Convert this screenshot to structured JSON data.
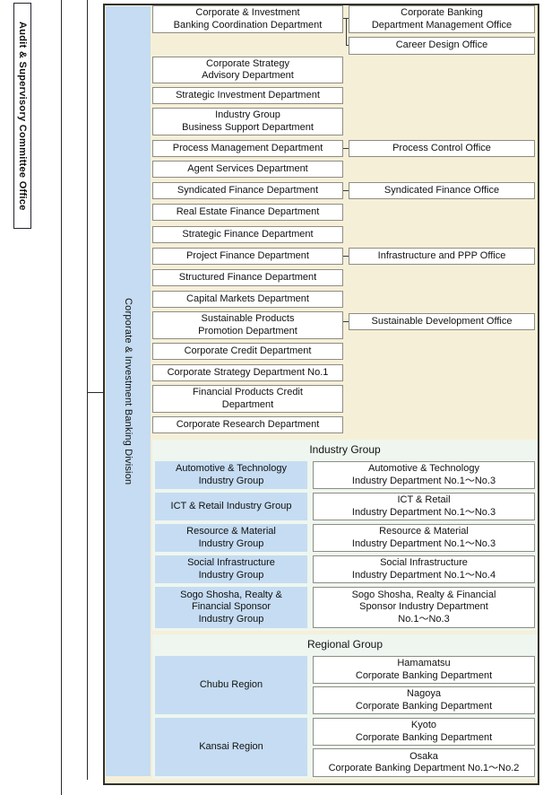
{
  "palette": {
    "panel_bg": "#f6efd8",
    "division_band_blue": "#c5dcf2",
    "group_section_green": "#eef6ef",
    "box_border_gray": "#8d8d84",
    "panel_border_dark": "#31312a"
  },
  "audit_office": {
    "label": "Audit & Supervisory Committee Office"
  },
  "division": {
    "label": "Corporate & Investment Banking Division"
  },
  "departments": [
    "Corporate & Investment\nBanking Coordination Department",
    "Corporate Strategy\nAdvisory Department",
    "Strategic Investment Department",
    "Industry Group\nBusiness Support Department",
    "Process Management Department",
    "Agent Services Department",
    "Syndicated Finance Department",
    "Real Estate Finance Department",
    "Strategic Finance Department",
    "Project Finance Department",
    "Structured Finance Department",
    "Capital Markets Department",
    "Sustainable Products\nPromotion Department",
    "Corporate Credit Department",
    "Corporate Strategy Department No.1",
    "Financial Products Credit\nDepartment",
    "Corporate Research Department"
  ],
  "offices": [
    "Corporate Banking\nDepartment Management Office",
    "Career Design Office",
    "Process Control Office",
    "Syndicated Finance Office",
    "Infrastructure and PPP Office",
    "Sustainable Development Office"
  ],
  "industry_group": {
    "title": "Industry Group",
    "rows": [
      {
        "group": "Automotive & Technology\nIndustry Group",
        "department": "Automotive & Technology\nIndustry Department No.1〜No.3"
      },
      {
        "group": "ICT & Retail Industry Group",
        "department": "ICT & Retail\nIndustry Department No.1〜No.3"
      },
      {
        "group": "Resource & Material\nIndustry Group",
        "department": "Resource & Material\nIndustry Department No.1〜No.3"
      },
      {
        "group": "Social Infrastructure\nIndustry Group",
        "department": "Social Infrastructure\nIndustry Department No.1〜No.4"
      },
      {
        "group": "Sogo Shosha, Realty &\nFinancial Sponsor\nIndustry Group",
        "department": "Sogo Shosha, Realty & Financial\nSponsor Industry Department\nNo.1〜No.3"
      }
    ]
  },
  "regional_group": {
    "title": "Regional Group",
    "regions": [
      {
        "label": "Chubu Region",
        "departments": [
          "Hamamatsu\nCorporate Banking Department",
          "Nagoya\nCorporate Banking Department"
        ]
      },
      {
        "label": "Kansai Region",
        "departments": [
          "Kyoto\nCorporate Banking Department",
          "Osaka\nCorporate Banking Department No.1〜No.2"
        ]
      }
    ]
  }
}
